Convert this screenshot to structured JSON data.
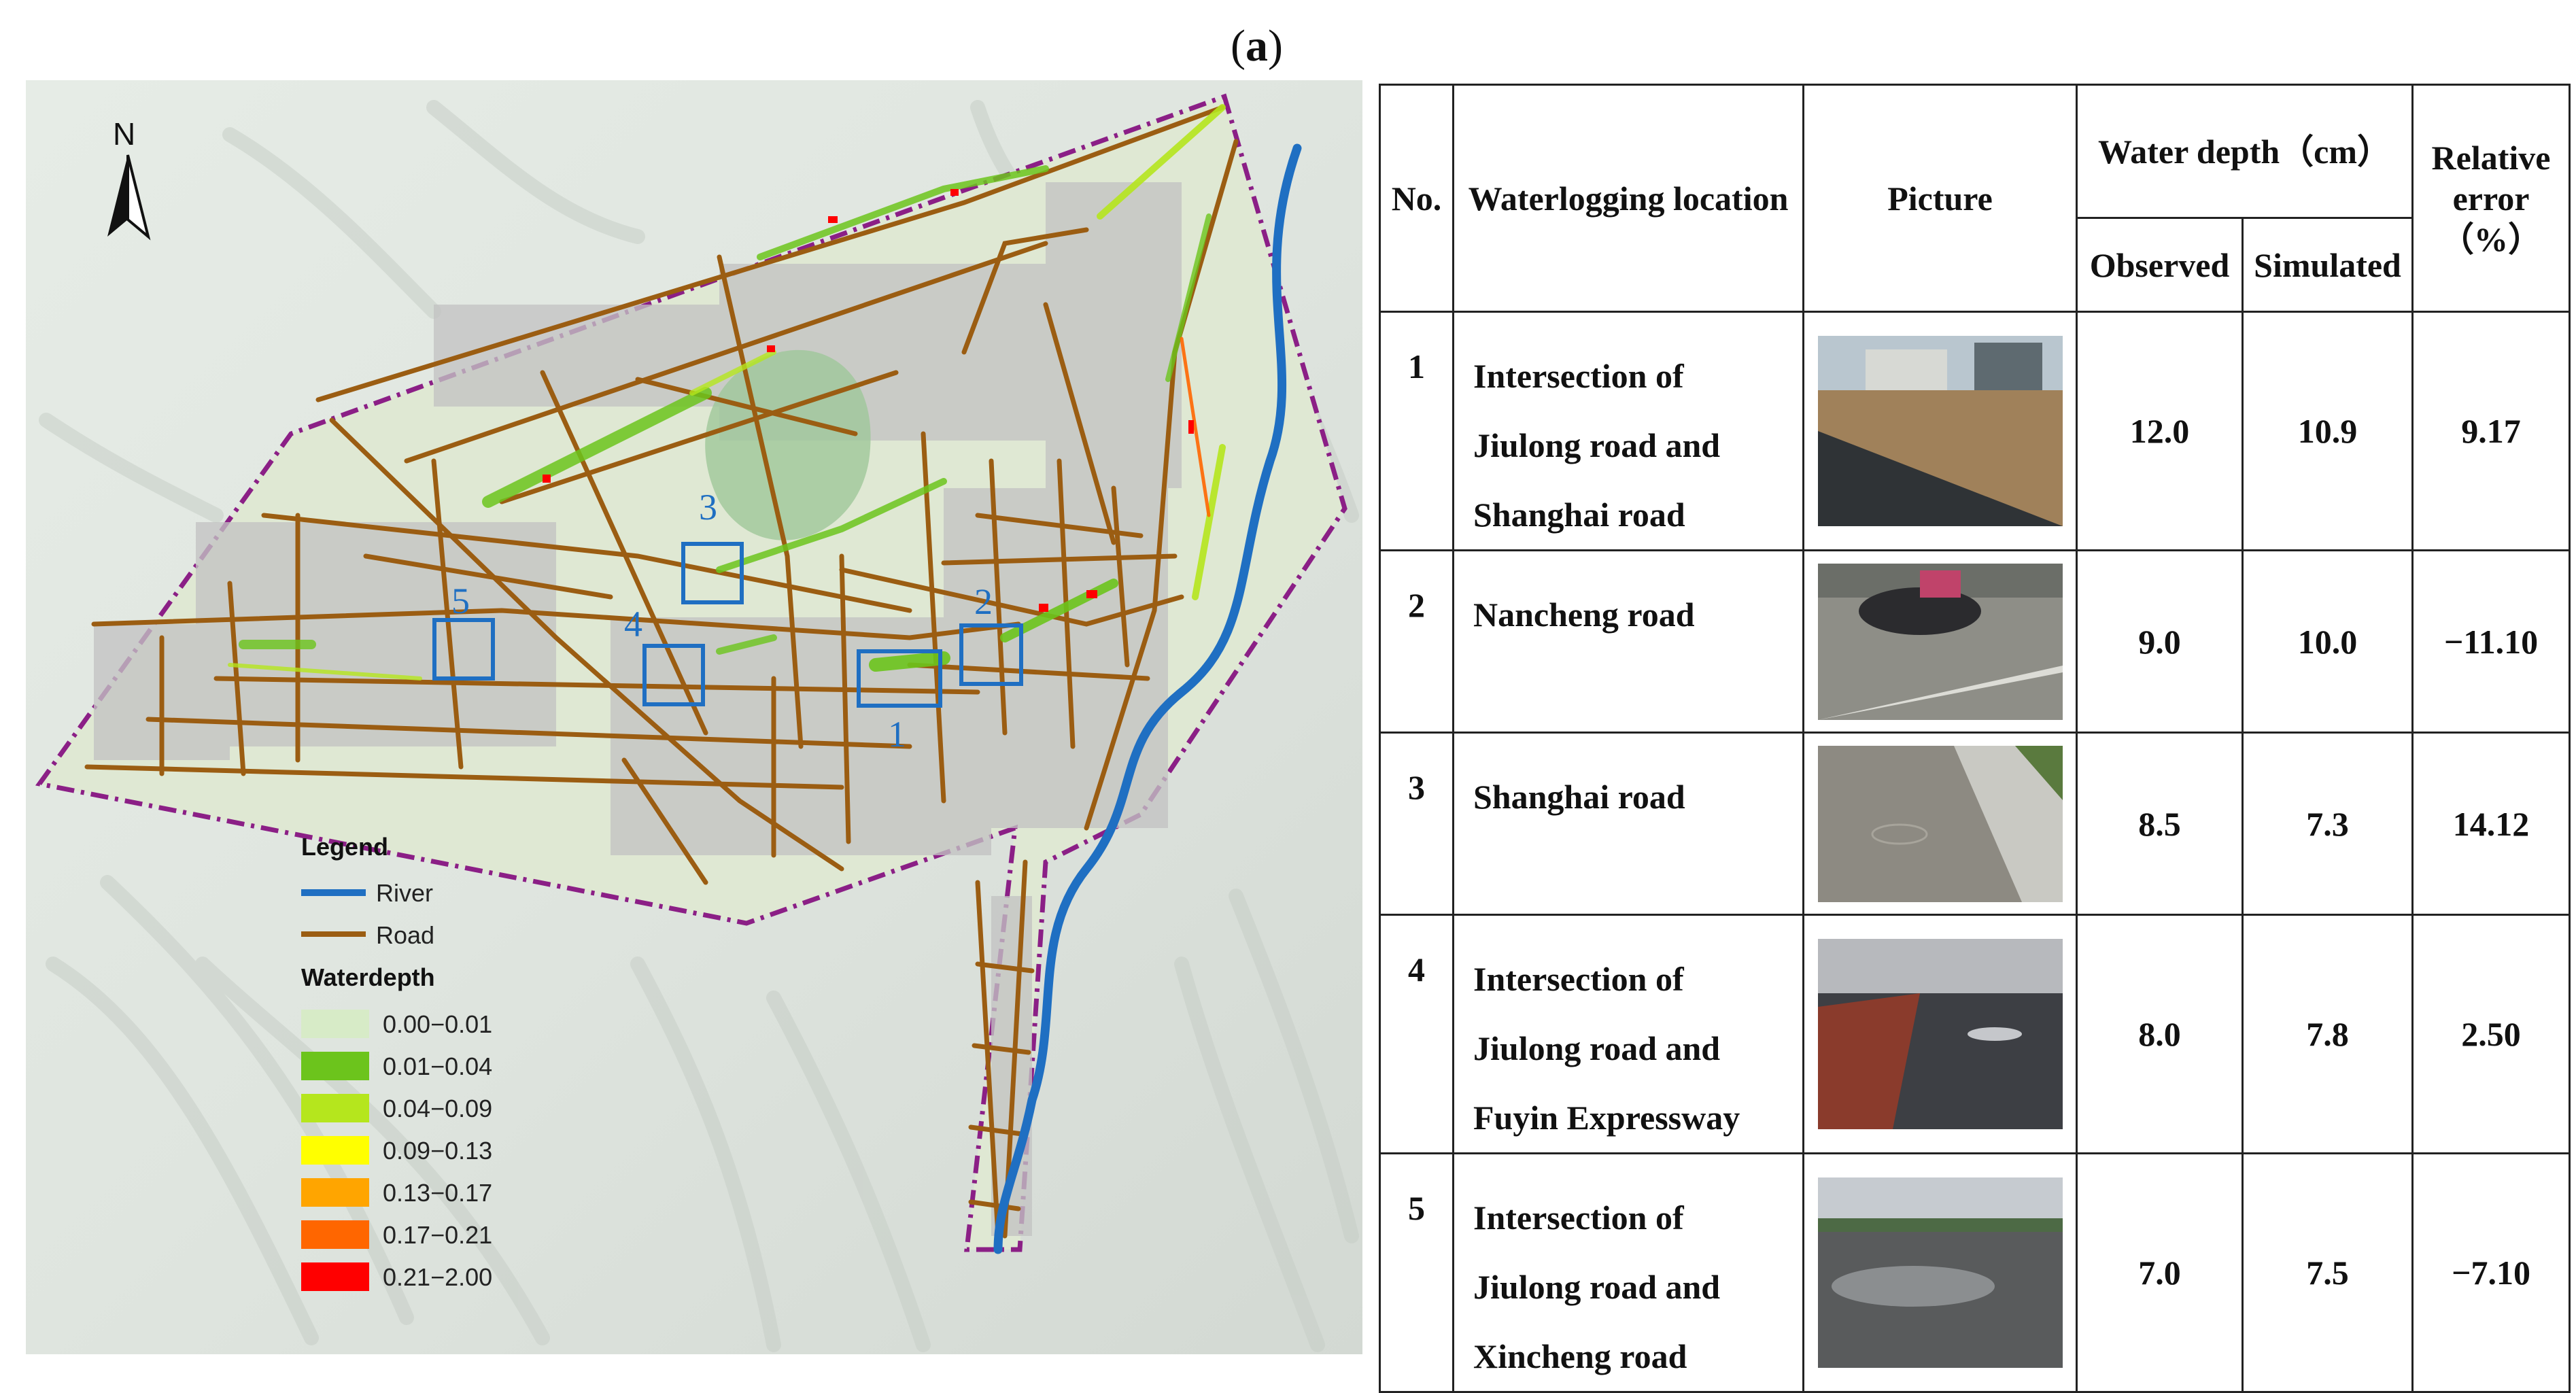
{
  "figure_label": "a",
  "map": {
    "north_label": "N",
    "legend_title": "Legend",
    "legend_river": "River",
    "legend_road": "Road",
    "waterdepth_title": "Waterdepth",
    "depth_classes": [
      {
        "label": "0.00−0.01",
        "color": "#d7ebc7"
      },
      {
        "label": "0.01−0.04",
        "color": "#6cc41c"
      },
      {
        "label": "0.04−0.09",
        "color": "#b5e61d"
      },
      {
        "label": "0.09−0.13",
        "color": "#ffff00"
      },
      {
        "label": "0.13−0.17",
        "color": "#ffa500"
      },
      {
        "label": "0.17−0.21",
        "color": "#ff6600"
      },
      {
        "label": "0.21−2.00",
        "color": "#ff0000"
      }
    ],
    "site_labels": [
      "1",
      "2",
      "3",
      "4",
      "5"
    ],
    "colors": {
      "river": "#1f6fc2",
      "road": "#9b5d12",
      "boundary": "#8b1f86",
      "box": "#1f6fc2",
      "site_label": "#1f6fc2"
    }
  },
  "table": {
    "headers": {
      "no": "No.",
      "location": "Waterlogging location",
      "picture": "Picture",
      "water_depth": "Water depth（cm）",
      "observed": "Observed",
      "simulated": "Simulated",
      "relative_error": "Relative error（%）"
    },
    "rows": [
      {
        "no": "1",
        "location": [
          "Intersection of",
          "Jiulong road and",
          "Shanghai road"
        ],
        "observed": "12.0",
        "simulated": "10.9",
        "error": "9.17"
      },
      {
        "no": "2",
        "location": [
          "Nancheng road"
        ],
        "observed": "9.0",
        "simulated": "10.0",
        "error": "−11.10"
      },
      {
        "no": "3",
        "location": [
          "Shanghai road"
        ],
        "observed": "8.5",
        "simulated": "7.3",
        "error": "14.12"
      },
      {
        "no": "4",
        "location": [
          "Intersection of",
          "Jiulong road and",
          "Fuyin Expressway"
        ],
        "observed": "8.0",
        "simulated": "7.8",
        "error": "2.50"
      },
      {
        "no": "5",
        "location": [
          "Intersection of",
          "Jiulong road and",
          "Xincheng road"
        ],
        "observed": "7.0",
        "simulated": "7.5",
        "error": "−7.10"
      }
    ]
  }
}
